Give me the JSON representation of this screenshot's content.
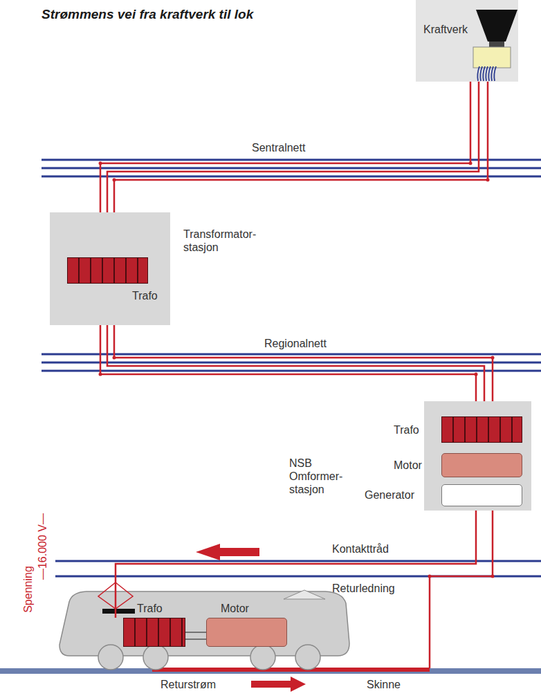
{
  "diagram": {
    "title": "Strømmens vei fra kraftverk til lok",
    "nodes": [
      {
        "text": [
          "Kraftverk"
        ]
      },
      {
        "text": [
          "Transformator- stasjon"
        ]
      },
      {
        "text": [
          "Trafo"
        ],
        "in": 1
      },
      {
        "text": [
          "NSB Omformer- stasjon"
        ]
      },
      {
        "text": [
          "Trafo"
        ],
        "in": 3
      },
      {
        "text": [
          "Motor"
        ],
        "in": 3
      },
      {
        "text": [
          "Generator"
        ],
        "in": 3
      },
      {
        "text": [
          "Trafo"
        ]
      },
      {
        "text": [
          "Motor"
        ]
      }
    ],
    "edges": [
      {
        "from": 0,
        "to": 1,
        "arrow": "none",
        "label": "Sentralnett"
      },
      {
        "from": 1,
        "to": 3,
        "arrow": "none",
        "label": "Regionalnett"
      },
      {
        "from": 3,
        "to": 7,
        "arrow": "none",
        "label": "Kontakttråd"
      },
      {
        "from": 7,
        "to": 8,
        "arrow": "none"
      }
    ],
    "labels": [
      "Returledning",
      "Returstrøm",
      "Skinne",
      "Spenning",
      "—16.000 V—"
    ]
  }
}
